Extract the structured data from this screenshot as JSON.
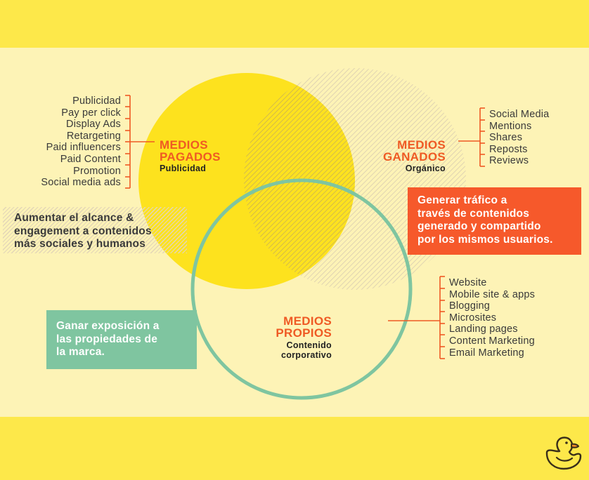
{
  "paid_media": {
    "title_line1": "MEDIOS",
    "title_line2": "PAGADOS",
    "subtitle": "Publicidad",
    "items": [
      "Publicidad",
      "Pay per click",
      "Display Ads",
      "Retargeting",
      "Paid influencers",
      "Paid Content",
      "Promotion",
      "Social media ads"
    ],
    "note_line1": "Aumentar el alcance &",
    "note_line2": "engagement a contenidos",
    "note_line3": "más sociales y humanos"
  },
  "earned_media": {
    "title_line1": "MEDIOS",
    "title_line2": "GANADOS",
    "subtitle": "Orgánico",
    "items": [
      "Social Media",
      "Mentions",
      "Shares",
      "Reposts",
      "Reviews"
    ],
    "note_line1": "Generar tráfico a",
    "note_line2": "través de contenidos",
    "note_line3": "generado y compartido",
    "note_line4": "por los mismos usuarios."
  },
  "owned_media": {
    "title_line1": "MEDIOS",
    "title_line2": "PROPIOS",
    "subtitle_line1": "Contenido",
    "subtitle_line2": "corporativo",
    "items": [
      "Website",
      "Mobile site & apps",
      "Blogging",
      "Microsites",
      "Landing pages",
      "Content Marketing",
      "Email Marketing"
    ],
    "note_line1": "Ganar exposición a",
    "note_line2": "las propiedades de",
    "note_line3": "la marca."
  },
  "colors": {
    "yellow": "#fde84a",
    "paper": "#fdf3b6",
    "orange": "#f6592b",
    "green": "#7fc5a0",
    "hatch": "#d9ccb0"
  },
  "logo_icon": "rubber-duck-icon"
}
